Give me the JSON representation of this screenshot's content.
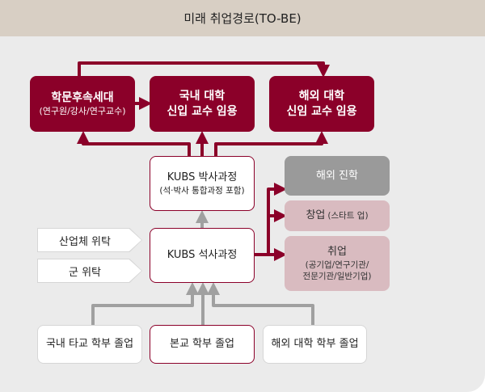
{
  "title": "미래 취업경로(TO-BE)",
  "top": {
    "academic": {
      "line1": "학문후속세대",
      "line2": "(연구원/강사/연구교수)"
    },
    "domestic": {
      "line1": "국내 대학",
      "line2": "신입 교수 임용"
    },
    "overseas": {
      "line1": "해외 대학",
      "line2": "신임 교수 임용"
    }
  },
  "phd": {
    "line1": "KUBS 박사과정",
    "line2": "(석·박사 통합과정 포함)"
  },
  "masters": {
    "label": "KUBS 석사과정"
  },
  "outcomes": {
    "abroad": "해외 진학",
    "startup": {
      "main": "창업",
      "sub": "(스타트 업)"
    },
    "job": {
      "main": "취업",
      "sub1": "(공기업/연구기관/",
      "sub2": "전문기관/일반기업)"
    }
  },
  "commission": {
    "industry": "산업체 위탁",
    "military": "군 위탁"
  },
  "sources": {
    "other_domestic": "국내 타교 학부 졸업",
    "home": "본교 학부 졸업",
    "overseas": "해외 대학 학부 졸업"
  },
  "colors": {
    "primary": "#8b0029",
    "gray": "#9a9a9a",
    "pink": "#d9bbc0",
    "header": "#d8cfc4"
  }
}
